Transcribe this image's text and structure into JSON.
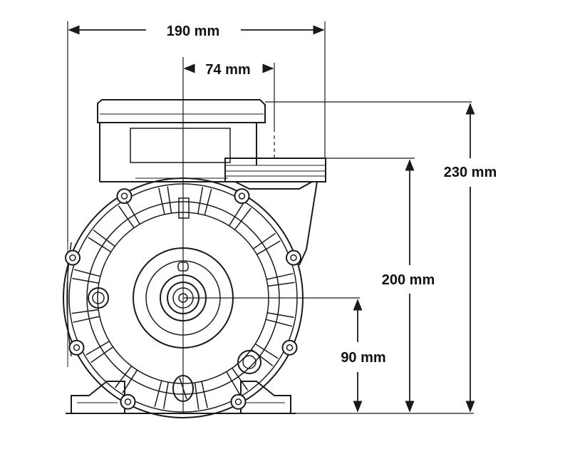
{
  "dimensions": {
    "overall_width": "190 mm",
    "outlet_offset": "74 mm",
    "overall_height": "230 mm",
    "outlet_height": "200 mm",
    "shaft_height": "90 mm"
  },
  "colors": {
    "line": "#1a1a1a",
    "background": "#ffffff",
    "label": "#111111"
  }
}
